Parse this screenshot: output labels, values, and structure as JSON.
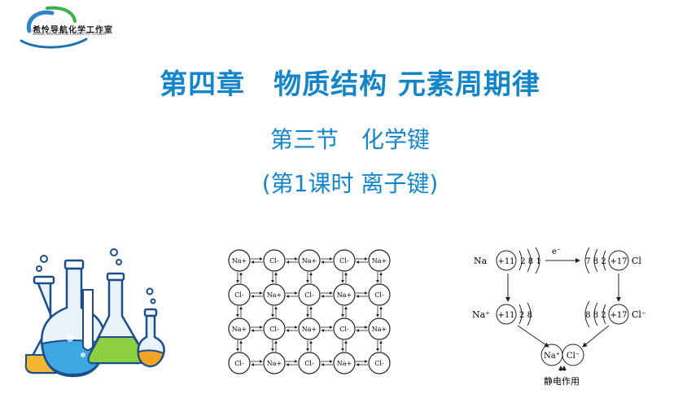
{
  "logo": {
    "name_cn": "希怜导航化学工作室",
    "name_en": "XILING NAVIGATION CHEMISTRY STUDIO"
  },
  "title": "第四章　物质结构  元素周期律",
  "subtitle": "第三节　化学键",
  "subtitle2": "(第1课时  离子键)",
  "lattice": {
    "rows": [
      [
        "Na+",
        "Cl-",
        "Na+",
        "Cl-",
        "Na+"
      ],
      [
        "Cl-",
        "Na+",
        "Cl-",
        "Na+",
        "Cl-"
      ],
      [
        "Na+",
        "Cl-",
        "Na+",
        "Cl-",
        "Na+"
      ],
      [
        "Cl-",
        "Na+",
        "Cl-",
        "Na+",
        "Cl-"
      ]
    ]
  },
  "ionic_diagram": {
    "na_atom": "Na",
    "na_nucleus": "+11",
    "na_shells": "2 8 1",
    "electron": "e⁻",
    "cl_nucleus": "+17",
    "cl_shells": "7 8 2",
    "cl_atom": "Cl",
    "na_ion": "Na⁺",
    "na_ion_shells": "2 8",
    "cl_ion_shells": "8 8 2",
    "cl_ion": "Cl⁻",
    "pair_na": "Na⁺",
    "pair_cl": "Cl⁻",
    "caption": "静电作用"
  }
}
